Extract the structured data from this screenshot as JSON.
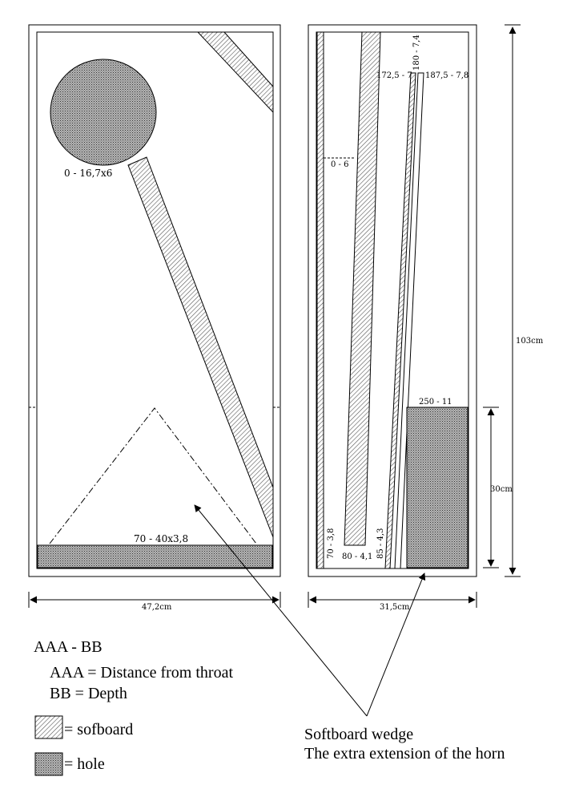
{
  "left_view": {
    "circle_label": "0 - 16,7x6",
    "bottom_board_label": "70 - 40x3,8",
    "width_dim": "47,2cm"
  },
  "right_view": {
    "label_0_6": "0 - 6",
    "label_172": "172,5 - 7",
    "label_180": "180 - 7,4",
    "label_187": "187,5 - 7,8",
    "label_250": "250 - 11",
    "label_70": "70 - 3,8",
    "label_80": "80 - 4,1",
    "label_85": "85 - 4,3",
    "width_dim": "31,5cm",
    "height_dim": "103cm",
    "sub_height_dim": "30cm"
  },
  "legend": {
    "format": "AAA - BB",
    "aaa_def": "AAA = Distance from throat",
    "bb_def": "BB = Depth",
    "softboard_label": "= sofboard",
    "hole_label": "= hole"
  },
  "note": {
    "line1": "Softboard wedge",
    "line2": "The extra extension of the horn"
  }
}
